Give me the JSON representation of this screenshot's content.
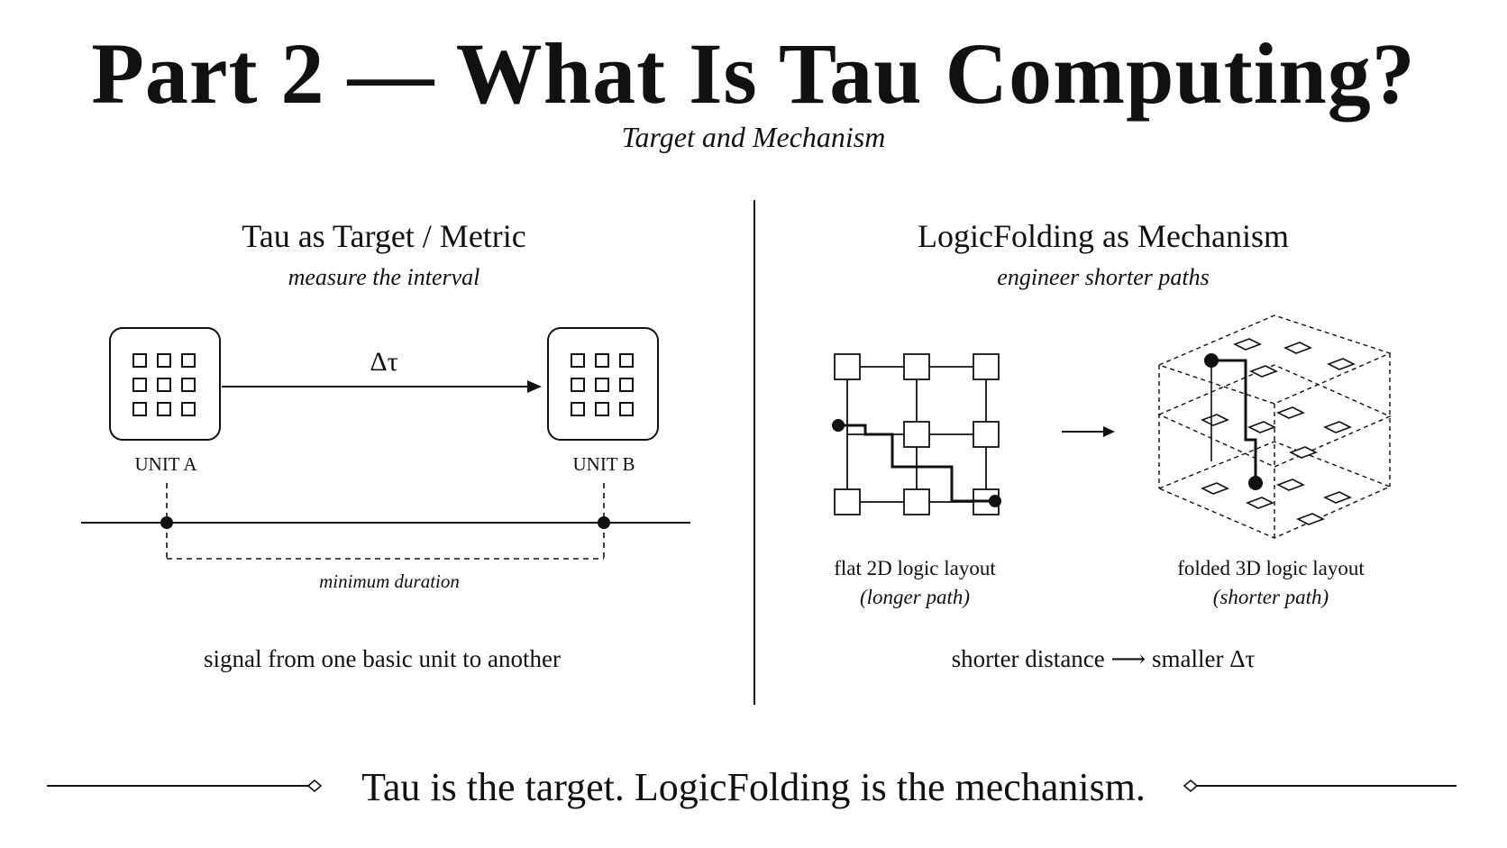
{
  "header": {
    "title": "Part 2 — What Is Tau Computing?",
    "subtitle": "Target and Mechanism"
  },
  "left_panel": {
    "title": "Tau as Target / Metric",
    "subtitle": "measure the interval",
    "unit_a_label": "UNIT A",
    "unit_b_label": "UNIT B",
    "delta_label": "Δτ",
    "duration_label": "minimum duration",
    "caption": "signal from one basic unit to another"
  },
  "right_panel": {
    "title": "LogicFolding as Mechanism",
    "subtitle": "engineer shorter paths",
    "flat_label": "flat 2D logic layout",
    "flat_sub": "(longer path)",
    "folded_label": "folded 3D logic layout",
    "folded_sub": "(shorter path)",
    "caption": "shorter distance ⟶ smaller Δτ"
  },
  "footer": {
    "tagline": "Tau is the target. LogicFolding is the mechanism."
  }
}
